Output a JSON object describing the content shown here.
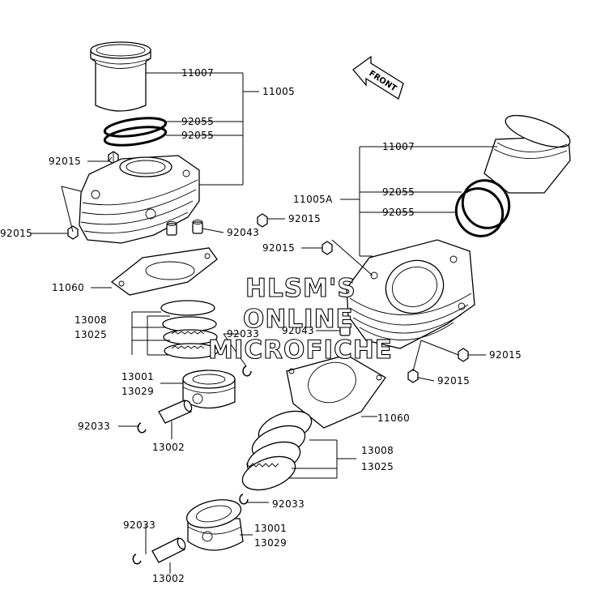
{
  "front_arrow": {
    "label": "FRONT"
  },
  "watermark": {
    "line1": "HLSM'S",
    "line2": "ONLINE",
    "line3": "MICROFICHE"
  },
  "labels": {
    "l1": "11007",
    "l2": "11005",
    "l3": "92055",
    "l4": "92055",
    "l5": "92015",
    "l6": "92015",
    "l7": "92015",
    "l8": "92043",
    "l9": "11060",
    "l10": "13008",
    "l11": "13025",
    "l12": "92033",
    "l13": "13001",
    "l14": "13029",
    "l15": "92033",
    "l16": "13002",
    "r1": "11007",
    "r2": "11005A",
    "r3": "92055",
    "r4": "92055",
    "r5": "92015",
    "r6": "92043",
    "r7": "92015",
    "r8": "92015",
    "r9": "11060",
    "r10": "13008",
    "r11": "13025",
    "r12": "92033",
    "r13": "13001",
    "r14": "13029",
    "r15": "92033",
    "r16": "13002"
  }
}
